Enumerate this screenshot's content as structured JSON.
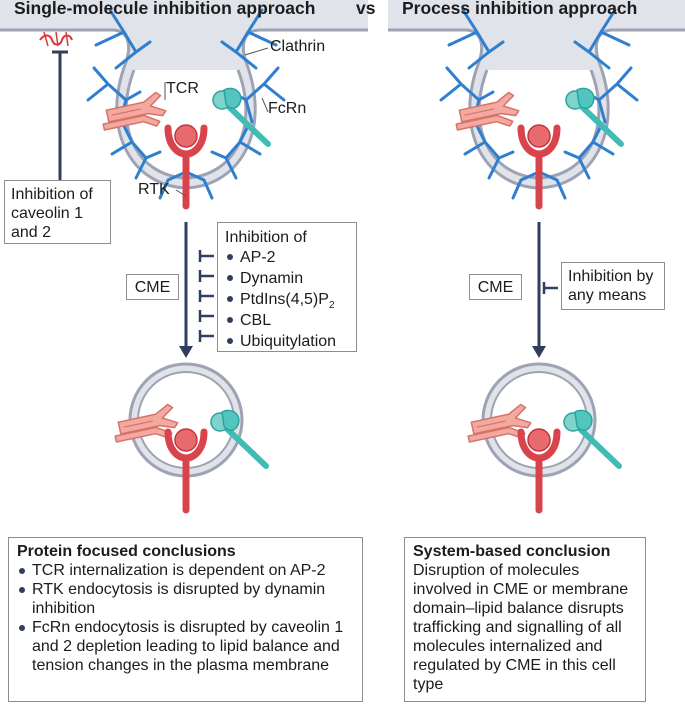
{
  "titles": {
    "left": "Single-molecule inhibition approach",
    "vs": "vs",
    "right": "Process inhibition approach"
  },
  "labels": {
    "clathrin": "Clathrin",
    "tcr": "TCR",
    "fcrn": "FcRn",
    "rtk": "RTK",
    "cme_left": "CME",
    "cme_right": "CME"
  },
  "caveolin_box": {
    "lines": [
      "Inhibition of",
      "caveolin 1",
      "and 2"
    ]
  },
  "inhibition_box": {
    "heading": "Inhibition of",
    "items": [
      "AP-2",
      "Dynamin",
      "PtdIns(4,5)P",
      "CBL",
      "Ubiquitylation"
    ],
    "subscript": "2"
  },
  "right_inhibition": {
    "lines": [
      "Inhibition by",
      "any means"
    ]
  },
  "left_conclusion": {
    "title": "Protein focused conclusions",
    "bullets": [
      "TCR internalization is dependent on AP-2",
      "RTK endocytosis is disrupted by dynamin inhibition",
      "FcRn endocytosis is disrupted by caveolin 1 and 2 depletion leading to lipid balance and tension changes in the plasma membrane"
    ]
  },
  "right_conclusion": {
    "title": "System-based conclusion",
    "text": "Disruption of molecules involved in CME or membrane domain–lipid balance disrupts trafficking and signalling of all molecules internalized and regulated by CME in this cell type"
  },
  "colors": {
    "membrane_fill": "#e1e3ea",
    "membrane_stroke": "#9ea3b4",
    "clathrin": "#2f7fd0",
    "tcr": "#e9938b",
    "rtk": "#d9444c",
    "fcrn": "#41bcb4",
    "arrow": "#2f3e5c",
    "caveolin": "#d83a3a"
  }
}
